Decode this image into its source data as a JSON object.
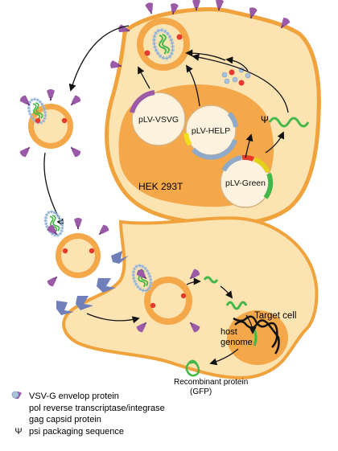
{
  "cells": {
    "producer_label": "HEK 293T",
    "target_label": "Target cell",
    "host_genome_label": "host genome",
    "product_label": "Recombinant protein (GFP)"
  },
  "plasmids": {
    "vsvg": "pLV-VSVG",
    "helper": "pLV-HELP",
    "transfer": "pLV-Green"
  },
  "psi_symbol": "Ψ",
  "legend": [
    {
      "icon": "vsvg-envelope-icon",
      "text": "VSV-G envelop protein"
    },
    {
      "icon": "pol-enzyme-icon",
      "text": "pol reverse transcriptase/integrase"
    },
    {
      "icon": "gag-capsid-icon",
      "text": "gag capsid protein"
    },
    {
      "icon": "psi-icon",
      "text": "psi packaging sequence"
    }
  ],
  "colors": {
    "cell_fill": "#fbe3b2",
    "cell_border": "#f0a33c",
    "nucleus": "#f4a84a",
    "envelope": "#9a5aa8",
    "pol": "#e53b2c",
    "gag": "#a9c3df",
    "rna": "#44b749"
  }
}
